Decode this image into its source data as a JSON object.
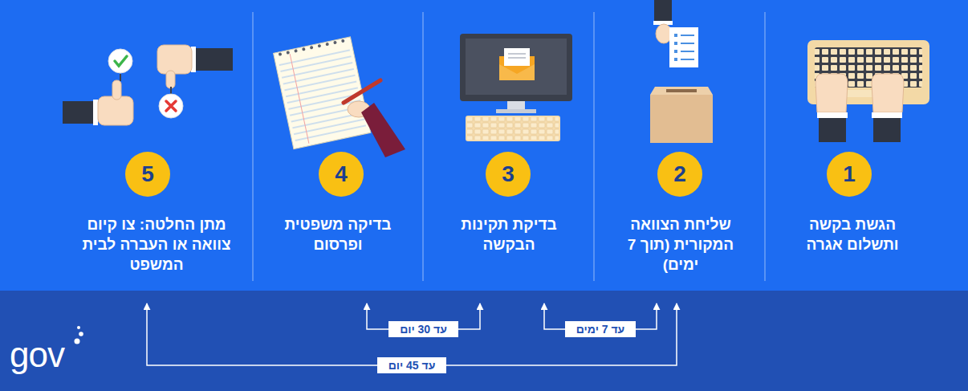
{
  "diagram": {
    "nodes": [
      {
        "text": [
          "הגשת בקשה ותשלום אגרה"
        ]
      },
      {
        "text": [
          "1"
        ],
        "in": 0
      },
      {
        "text": [
          "שליחת הצוואה המקורית (תוך 7 ימים)"
        ]
      },
      {
        "text": [
          "2"
        ],
        "in": 2
      },
      {
        "text": [
          "בדיקת תקינות הבקשה"
        ]
      },
      {
        "text": [
          "3"
        ],
        "in": 4
      },
      {
        "text": [
          "בדיקה משפטית ופרסום"
        ]
      },
      {
        "text": [
          "4"
        ],
        "in": 6
      },
      {
        "text": [
          "מתן החלטה: צו קיום צוואה או העברה לבית המשפט"
        ]
      },
      {
        "text": [
          "5"
        ],
        "in": 8
      }
    ],
    "edges": [
      {
        "from": 2,
        "to": 4,
        "label": "עד 7 ימים",
        "arrow": "both"
      },
      {
        "from": 4,
        "to": 6,
        "label": "עד 30 יום",
        "arrow": "both"
      },
      {
        "from": 2,
        "to": 8,
        "label": "עד 45 יום",
        "arrow": "both"
      }
    ],
    "labels": [
      "gov"
    ]
  }
}
